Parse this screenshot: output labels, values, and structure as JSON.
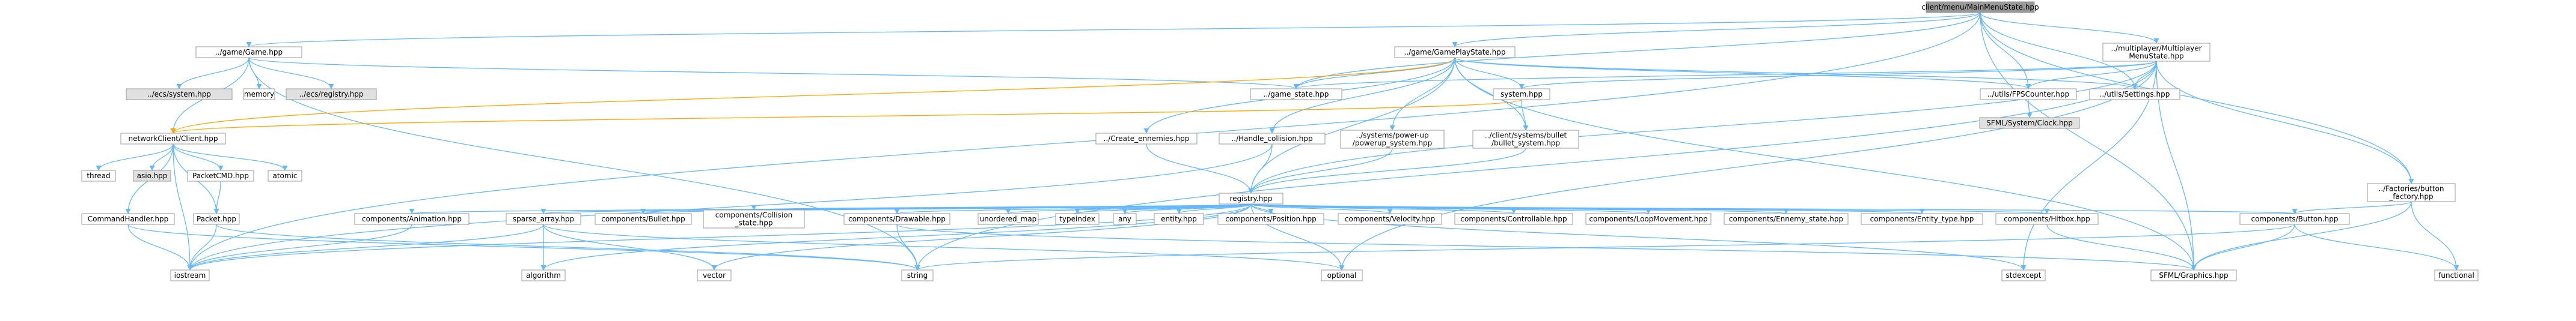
{
  "colors": {
    "root_fill": "#999999",
    "node_fill": "#ffffff",
    "grey_fill": "#e0e0e0",
    "red_text": "#cc0000",
    "red_border": "#cc0000",
    "edge_blue": "#63b8ff",
    "edge_orange": "#ffa500"
  },
  "nodes": {
    "root": [
      "client/menu/MainMenuState.hpp"
    ],
    "game": [
      "../game/Game.hpp"
    ],
    "gameplay": [
      "../game/GamePlayState.hpp"
    ],
    "multiplayer": [
      "../multiplayer/Multiplayer",
      "MenuState.hpp"
    ],
    "ecs_system": [
      "../ecs/system.hpp"
    ],
    "memory": [
      "memory"
    ],
    "ecs_registry": [
      "../ecs/registry.hpp"
    ],
    "game_state": [
      "../game_state.hpp"
    ],
    "system": [
      "system.hpp"
    ],
    "fps": [
      "../utils/FPSCounter.hpp"
    ],
    "settings": [
      "../utils/Settings.hpp"
    ],
    "sfml_clock": [
      "SFML/System/Clock.hpp"
    ],
    "client": [
      "networkClient/Client.hpp"
    ],
    "create_enemies": [
      "../Create_ennemies.hpp"
    ],
    "handle_collision": [
      "../Handle_collision.hpp"
    ],
    "powerup": [
      "../systems/power-up",
      "/powerup_system.hpp"
    ],
    "bullet_sys": [
      "../client/systems/bullet",
      "/bullet_system.hpp"
    ],
    "factories": [
      "../Factories/button",
      "_factory.hpp"
    ],
    "thread": [
      "thread"
    ],
    "asio": [
      "asio.hpp"
    ],
    "packetcmd": [
      "PacketCMD.hpp"
    ],
    "atomic": [
      "atomic"
    ],
    "registry": [
      "registry.hpp"
    ],
    "commandhandler": [
      "CommandHandler.hpp"
    ],
    "packet": [
      "Packet.hpp"
    ],
    "comp_animation": [
      "components/Animation.hpp"
    ],
    "sparse_array": [
      "sparse_array.hpp"
    ],
    "comp_bullet": [
      "components/Bullet.hpp"
    ],
    "comp_collision": [
      "components/Collision",
      "_state.hpp"
    ],
    "comp_drawable": [
      "components/Drawable.hpp"
    ],
    "unordered_map": [
      "unordered_map"
    ],
    "typeindex": [
      "typeindex"
    ],
    "any": [
      "any"
    ],
    "entity": [
      "entity.hpp"
    ],
    "comp_position": [
      "components/Position.hpp"
    ],
    "comp_velocity": [
      "components/Velocity.hpp"
    ],
    "comp_controllable": [
      "components/Controllable.hpp"
    ],
    "comp_loopmovement": [
      "components/LoopMovement.hpp"
    ],
    "comp_enemystate": [
      "components/Ennemy_state.hpp"
    ],
    "comp_entitytype": [
      "components/Entity_type.hpp"
    ],
    "comp_hitbox": [
      "components/Hitbox.hpp"
    ],
    "comp_button": [
      "components/Button.hpp"
    ],
    "iostream": [
      "iostream"
    ],
    "algorithm": [
      "algorithm"
    ],
    "vector": [
      "vector"
    ],
    "string": [
      "string"
    ],
    "optional": [
      "optional"
    ],
    "stdexcept": [
      "stdexcept"
    ],
    "sfml_graphics": [
      "SFML/Graphics.hpp"
    ],
    "functional": [
      "functional"
    ]
  }
}
